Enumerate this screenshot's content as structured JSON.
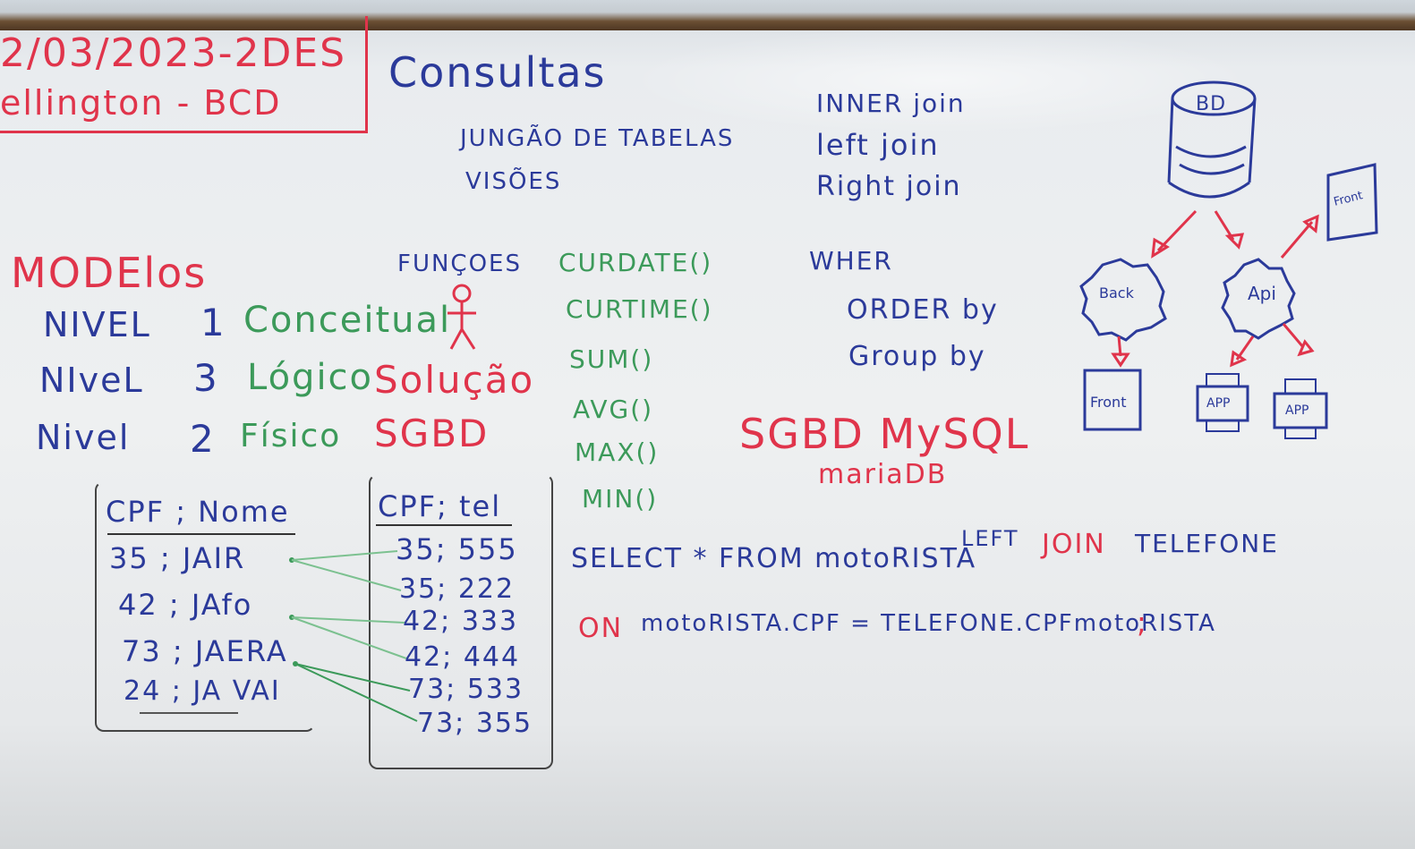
{
  "header": {
    "date_line": "2/03/2023-2DES",
    "teacher_line": "ellington - BCD"
  },
  "top": {
    "consultas": "Consultas",
    "jungao": "JUNGÃO DE TABELAS",
    "visoes": "VISÕES",
    "joins": [
      "INNER join",
      "left join",
      "Right join"
    ]
  },
  "modelos": {
    "title": "MODElos",
    "rows": [
      {
        "nivel": "NIVEL",
        "num": "1",
        "tipo": "Conceitual",
        "extra": ""
      },
      {
        "nivel": "NIveL",
        "num": "3",
        "tipo": "Lógico",
        "extra": "Solução"
      },
      {
        "nivel": "Nivel",
        "num": "2",
        "tipo": "Físico",
        "extra": "SGBD"
      }
    ]
  },
  "funcoes": {
    "label": "FUNÇOES",
    "items": [
      "CURDATE()",
      "CURTIME()",
      "SUM()",
      "AVG()",
      "MAX()",
      "MIN()"
    ]
  },
  "clauses": [
    "WHER",
    "ORDER by",
    "Group by"
  ],
  "sgbd": {
    "main": "SGBD MySQL",
    "sub": "mariaDB"
  },
  "table_left": {
    "header": "CPF ; Nome",
    "rows": [
      "35 ; JAIR",
      "42 ; JAfo",
      "73 ; JAERA",
      "24 ; JA VAI"
    ]
  },
  "table_right": {
    "header": "CPF; tel",
    "rows": [
      "35; 555",
      "35; 222",
      "42; 333",
      "42; 444",
      "73; 533",
      "73; 355"
    ]
  },
  "sql": {
    "line1_a": "SELECT * FROM motoRISTA",
    "line1_left": "LEFT",
    "line1_join": "JOIN",
    "line1_b": "TELEFONE",
    "line2_on": "ON",
    "line2_rest": "motoRISTA.CPF = TELEFONE.CPFmotoRISTA",
    "line2_semi": ";"
  },
  "diagram": {
    "bd": "BD",
    "back": "Back",
    "api": "Api",
    "front_top": "Front",
    "front_bottom": "Front",
    "app1": "APP",
    "app2": "APP"
  },
  "colors": {
    "blue": "#2b3a9a",
    "red": "#e0344b",
    "green": "#3c9a5a"
  }
}
